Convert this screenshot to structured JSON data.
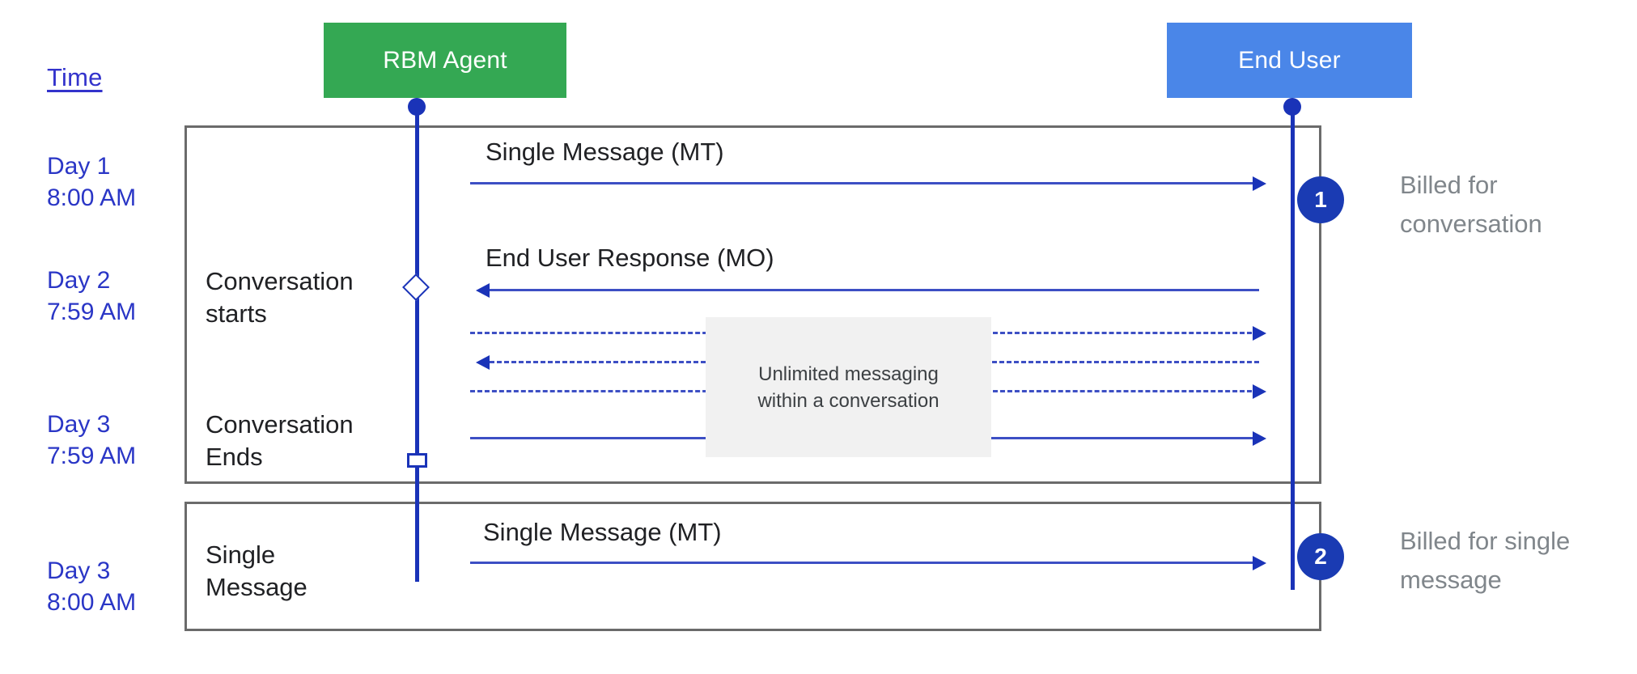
{
  "diagram": {
    "time_column": {
      "header": "Time",
      "stamps": [
        {
          "day": "Day 1",
          "time": "8:00 AM"
        },
        {
          "day": "Day 2",
          "time": "7:59 AM"
        },
        {
          "day": "Day 3",
          "time": "7:59 AM"
        },
        {
          "day": "Day 3",
          "time": "8:00 AM"
        }
      ]
    },
    "actors": [
      {
        "name": "RBM Agent",
        "color": "#34a853"
      },
      {
        "name": "End User",
        "color": "#4a86e8"
      }
    ],
    "panels": [
      {
        "id": "conversation",
        "stage_label": {
          "line1": "Conversation",
          "line2": "starts"
        },
        "stage_label_end": {
          "line1": "Conversation",
          "line2": "Ends"
        },
        "badge": "1",
        "annotation": {
          "line1": "Billed for",
          "line2": "conversation"
        }
      },
      {
        "id": "single",
        "stage_label": {
          "line1": "Single",
          "line2": "Message"
        },
        "badge": "2",
        "annotation": {
          "line1": "Billed for single",
          "line2": "message"
        }
      }
    ],
    "messages": [
      {
        "label": "Single Message (MT)",
        "direction": "right",
        "style": "solid"
      },
      {
        "label": "End User Response (MO)",
        "direction": "left",
        "style": "solid"
      },
      {
        "label": "",
        "direction": "right",
        "style": "dashed"
      },
      {
        "label": "",
        "direction": "left",
        "style": "dashed"
      },
      {
        "label": "",
        "direction": "right",
        "style": "dashed"
      },
      {
        "label": "",
        "direction": "right",
        "style": "solid"
      },
      {
        "label": "Single Message (MT)",
        "direction": "right",
        "style": "solid"
      }
    ],
    "note": {
      "line1": "Unlimited messaging",
      "line2": "within a conversation"
    },
    "colors": {
      "agent_green": "#34a853",
      "user_blue": "#4a86e8",
      "arrow_blue": "#3d4fc4",
      "lifeline_blue": "#1a33b8",
      "badge_blue": "#1a3bb3",
      "time_text": "#2a36c6",
      "panel_border": "#6b6b6b",
      "note_background": "#f1f1f1",
      "annotation_text": "#80868b"
    }
  }
}
